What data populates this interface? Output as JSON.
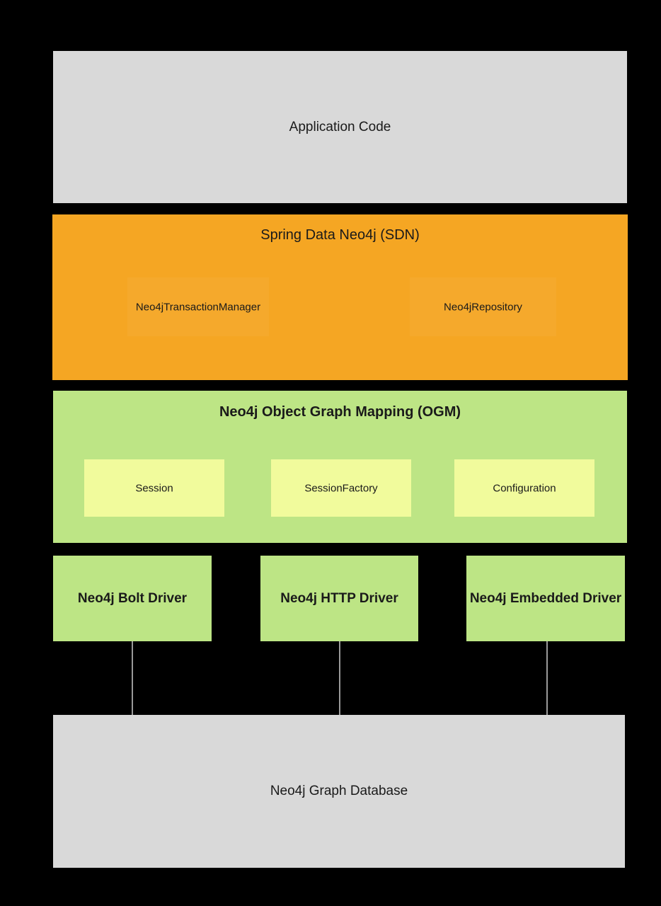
{
  "diagram": {
    "type": "layered-architecture",
    "background_color": "#000000",
    "layers": {
      "application": {
        "label": "Application Code",
        "color": "#D9D9D9"
      },
      "sdn": {
        "title": "Spring Data Neo4j (SDN)",
        "color": "#F5A623",
        "components": [
          {
            "label": "Neo4jTransactionManager"
          },
          {
            "label": "Neo4jRepository"
          }
        ]
      },
      "ogm": {
        "title": "Neo4j Object Graph Mapping (OGM)",
        "color": "#BDE585",
        "component_color": "#F1FB9C",
        "components": [
          {
            "label": "Session"
          },
          {
            "label": "SessionFactory"
          },
          {
            "label": "Configuration"
          }
        ]
      },
      "drivers": {
        "color": "#BDE585",
        "items": [
          {
            "label": "Neo4j Bolt Driver"
          },
          {
            "label": "Neo4j HTTP Driver"
          },
          {
            "label": "Neo4j Embedded Driver"
          }
        ]
      },
      "database": {
        "label": "Neo4j Graph Database",
        "color": "#D9D9D9"
      }
    },
    "connectors": {
      "color": "#9A9A9A",
      "count": 3
    }
  }
}
